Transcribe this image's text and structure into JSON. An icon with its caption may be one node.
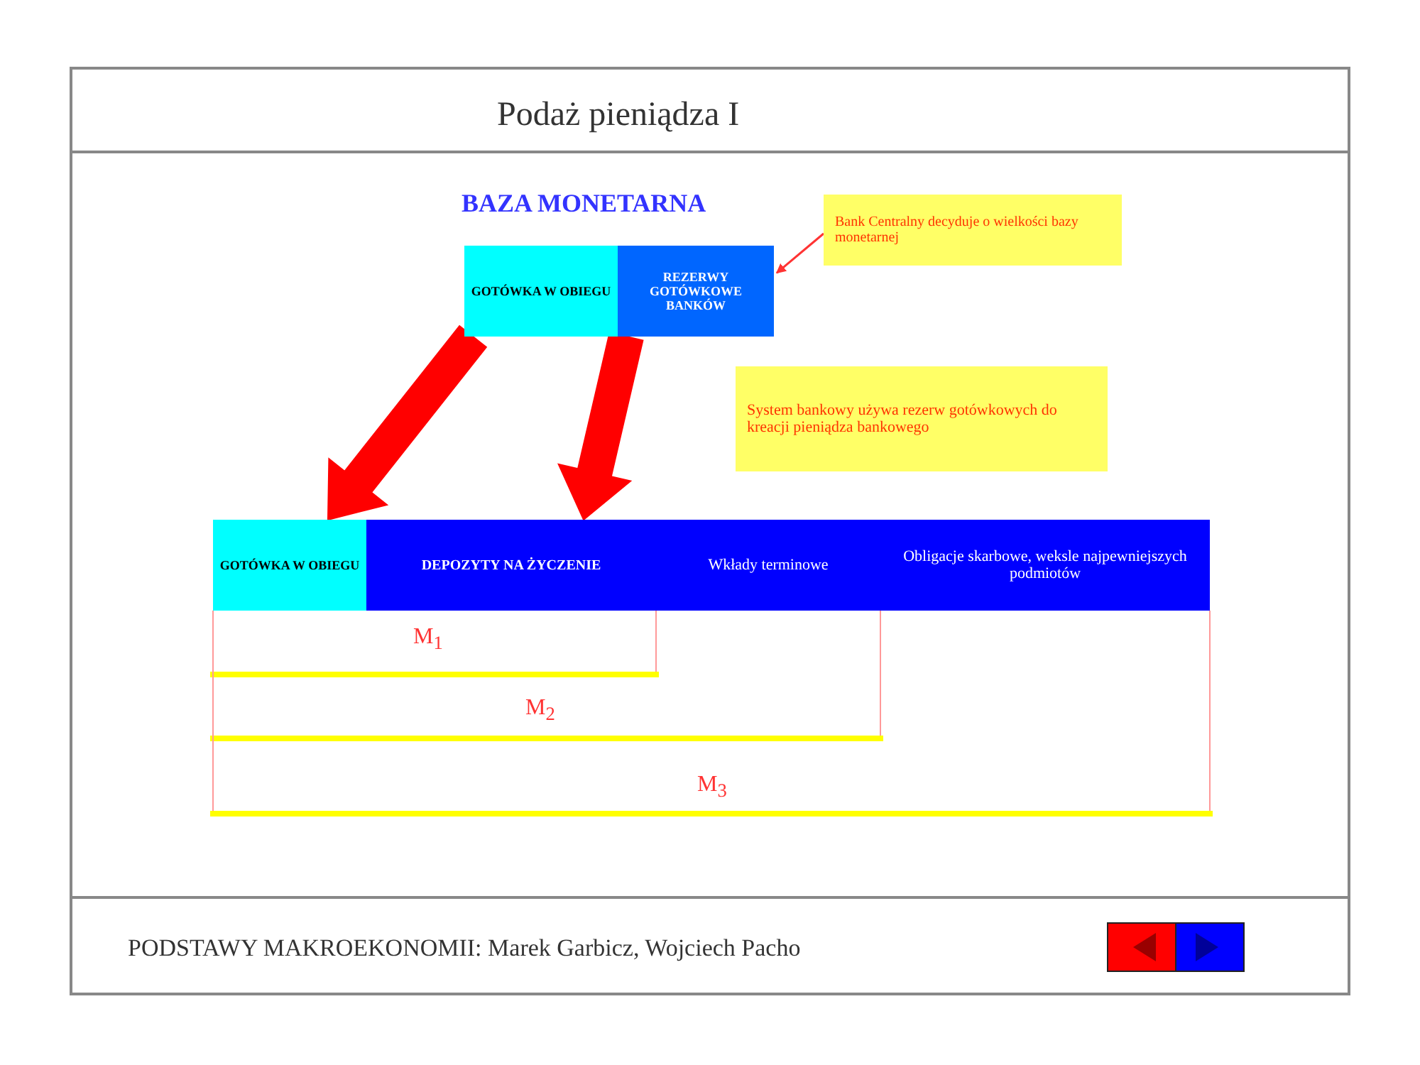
{
  "diagram": {
    "title": "Podaż pieniądza I",
    "nodes": [
      {
        "text": [
          "GOTÓWKA W OBIEGU"
        ]
      },
      {
        "text": [
          "REZERWY GOTÓWKOWE BANKÓW"
        ]
      },
      {
        "text": [
          "Bank Centralny decyduje o wielkości bazy monetarnej"
        ]
      },
      {
        "text": [
          "System bankowy używa rezerw gotówkowych do kreacji pieniądza bankowego"
        ]
      },
      {
        "text": [
          "GOTÓWKA W OBIEGU"
        ]
      },
      {
        "text": [
          "DEPOZYTY NA ŻYCZENIE"
        ]
      },
      {
        "text": [
          "Wkłady terminowe"
        ]
      },
      {
        "text": [
          "Obligacje skarbowe, weksle najpewniejszych podmiotów"
        ]
      }
    ],
    "edges": [
      {
        "from": 2,
        "to": 1,
        "arrow": "to",
        "color": "#ff3333"
      },
      {
        "from": 0,
        "to": 4,
        "arrow": "to",
        "style": "thick"
      },
      {
        "from": 1,
        "to": 5,
        "arrow": "to",
        "style": "thick"
      }
    ],
    "labels": [
      "BAZA MONETARNA",
      "M$_{1}$",
      "M$_{2}$",
      "M$_{3}$",
      "PODSTAWY MAKROEKONOMII: Marek Garbicz, Wojciech Pacho"
    ]
  }
}
